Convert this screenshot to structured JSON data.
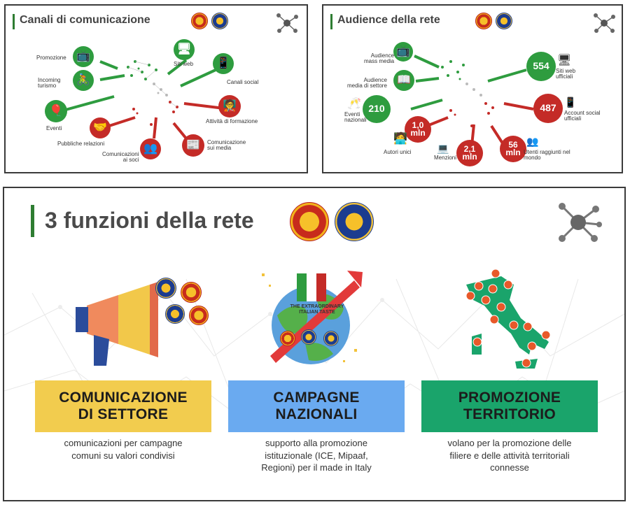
{
  "canali": {
    "title": "Canali di comunicazione",
    "items": [
      {
        "label": "Promozione",
        "icon": "tv-icon",
        "color": "green"
      },
      {
        "label": "Incoming\nturismo",
        "icon": "cyclist-icon",
        "color": "green"
      },
      {
        "label": "Eventi",
        "icon": "balloons-icon",
        "color": "green"
      },
      {
        "label": "Pubbliche relazioni",
        "icon": "handshake-icon",
        "color": "red"
      },
      {
        "label": "Comunicazioni\nai soci",
        "icon": "group-icon",
        "color": "red"
      },
      {
        "label": "Siti web",
        "icon": "monitor-icon",
        "color": "green"
      },
      {
        "label": "Canali social",
        "icon": "social-icon",
        "color": "green"
      },
      {
        "label": "Attività di formazione",
        "icon": "classroom-icon",
        "color": "red"
      },
      {
        "label": "Comunicazione\nsui media",
        "icon": "newspaper-icon",
        "color": "red"
      }
    ]
  },
  "audience": {
    "title": "Audience della rete",
    "items": [
      {
        "label": "Audience\nmass media",
        "value": "",
        "icon": "tv-icon"
      },
      {
        "label": "Audience\nmedia di settore",
        "value": "",
        "icon": "magazine-icon"
      },
      {
        "label": "Eventi\nnazionali",
        "value": "210",
        "icon": "champagne-icon"
      },
      {
        "label": "Autori unici",
        "value": "1,0\nmln",
        "icon": "author-icon"
      },
      {
        "label": "Menzioni",
        "value": "2,1\nmln",
        "icon": "laptop-icon"
      },
      {
        "label": "Utenti raggiunti nel\nmondo",
        "value": "56\nmln",
        "icon": "users-icon"
      },
      {
        "label": "Siti web\nufficiali",
        "value": "554",
        "icon": "monitor-icon"
      },
      {
        "label": "Account social\nufficiali",
        "value": "487",
        "icon": "social-icon"
      }
    ]
  },
  "funzioni": {
    "title": "3 funzioni della rete",
    "items": [
      {
        "title": "COMUNICAZIONE\nDI SETTORE",
        "desc": "comunicazioni per campagne\ncomuni su valori condivisi",
        "color": "#f2cc4e",
        "icon": "megaphone-icon"
      },
      {
        "title": "CAMPAGNE\nNAZIONALI",
        "desc": "supporto alla promozione\nistituzionale (ICE, Mipaaf,\nRegioni) per il made in Italy",
        "color": "#6aaaf0",
        "icon": "globe-icon",
        "globe_text": "THE EXTRAORDINARY\nITALIAN TASTE"
      },
      {
        "title": "PROMOZIONE\nTERRITORIO",
        "desc": "volano per la promozione delle\nfiliere e delle attività territoriali\nconnesse",
        "color": "#1aa46b",
        "icon": "italy-map-icon"
      }
    ]
  },
  "colors": {
    "green": "#2e9c3f",
    "red": "#c42b27",
    "title_bar": "#2e7d32"
  }
}
